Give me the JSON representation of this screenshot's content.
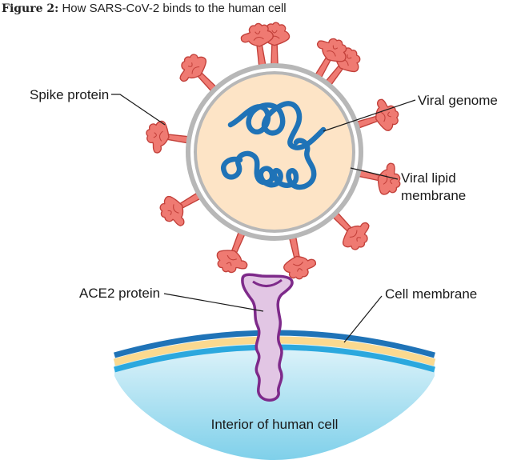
{
  "title": {
    "figure_label": "Figure 2:",
    "text": "How SARS-CoV-2 binds to the human cell"
  },
  "labels": {
    "spike_protein": "Spike protein",
    "viral_genome": "Viral genome",
    "viral_lipid_membrane_line1": "Viral lipid",
    "viral_lipid_membrane_line2": "membrane",
    "ace2_protein": "ACE2 protein",
    "cell_membrane": "Cell membrane",
    "interior": "Interior of human cell"
  },
  "colors": {
    "virus_core": "#fde4c6",
    "lipid_ring": "#b7b7b7",
    "genome": "#1f73b7",
    "spike": "#ef7a72",
    "spike_outline": "#c2403a",
    "membrane_outer": "#1f73b7",
    "membrane_inner": "#fbd98f",
    "membrane_lower": "#2ba8de",
    "ace2_fill": "#e2c6e4",
    "ace2_outline": "#7e2a8a",
    "interior_top": "#e6f6fb",
    "interior_bottom": "#7fd0ea"
  },
  "icons": {
    "spike": "spike-protein-icon",
    "ace2": "ace2-receptor-icon"
  }
}
